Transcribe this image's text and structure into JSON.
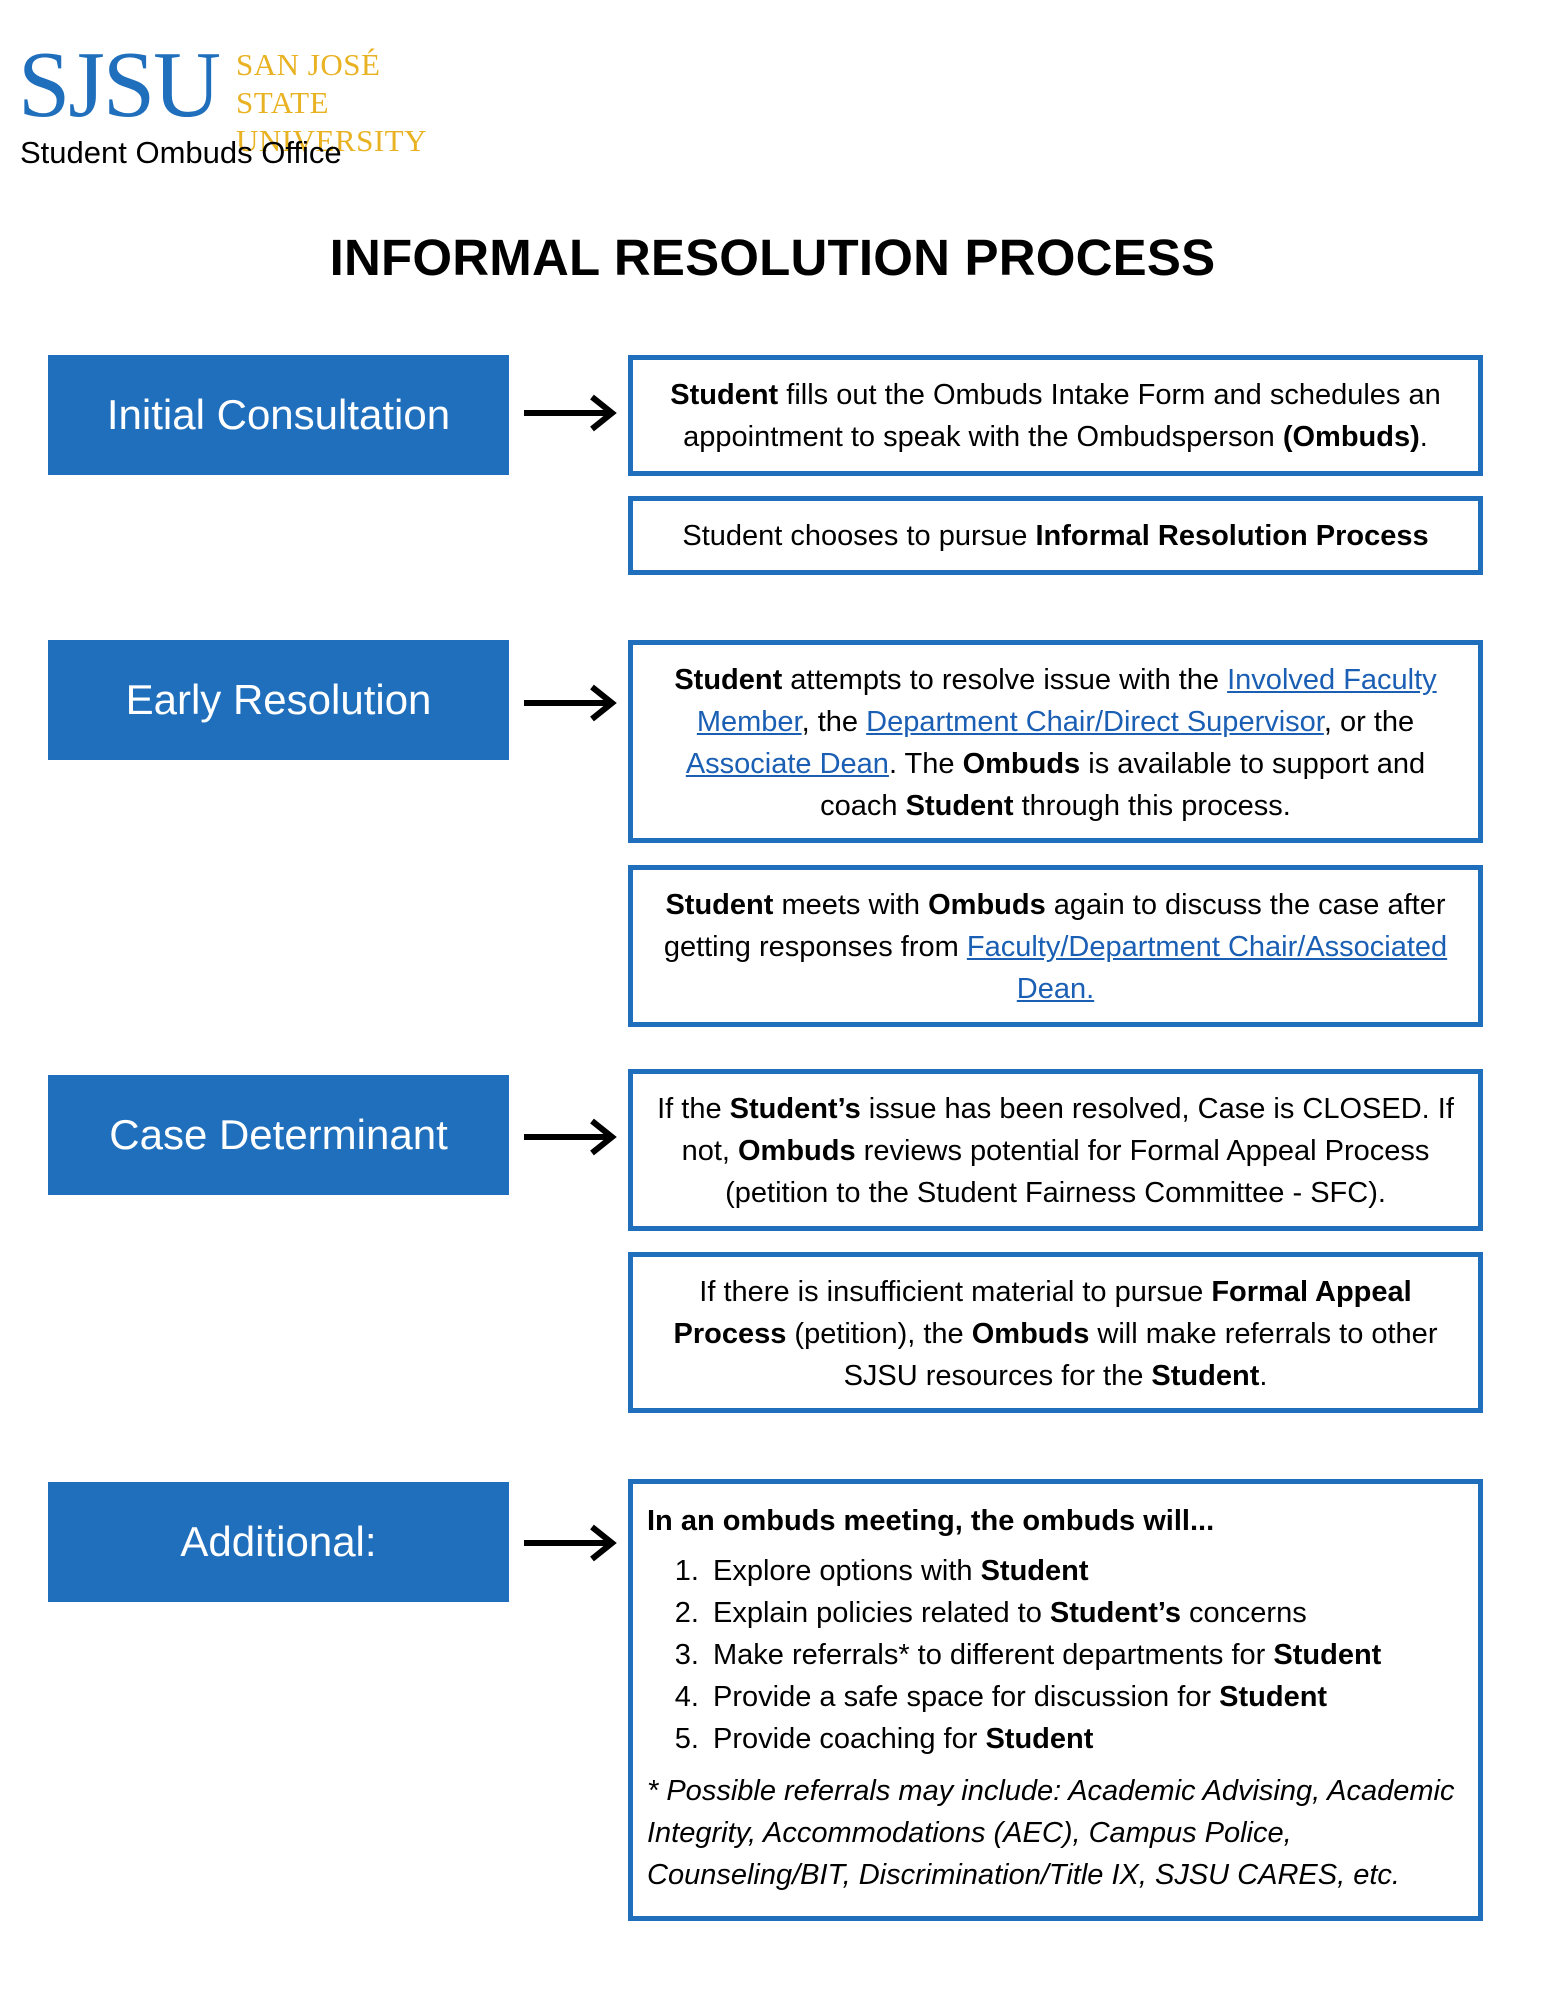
{
  "header": {
    "logo_mark": "SJSU",
    "logo_line1": "SAN JOSÉ STATE",
    "logo_line2": "UNIVERSITY",
    "office": "Student Ombuds Office",
    "title": "INFORMAL RESOLUTION PROCESS"
  },
  "colors": {
    "accent": "#1f6fbd",
    "logo_gold": "#e9b222",
    "link": "#1a5fb4"
  },
  "stages": {
    "initial": "Initial Consultation",
    "early": "Early Resolution",
    "case": "Case Determinant",
    "additional": "Additional:"
  },
  "box1": {
    "b1": "Student",
    "t1": " fills out the Ombuds Intake Form and schedules an appointment to speak with the Ombudsperson ",
    "b2": "(Ombuds)",
    "t2": "."
  },
  "box2": {
    "t1": "Student chooses to pursue ",
    "b1": "Informal Resolution Process"
  },
  "box3": {
    "b1": "Student",
    "t1": " attempts to resolve issue with the ",
    "l1": "Involved Faculty Member",
    "t2": ", the ",
    "l2": "Department Chair/Direct Supervisor",
    "t3": ", or the ",
    "l3": "Associate Dean",
    "t4": ". The ",
    "b2": "Ombuds",
    "t5": " is available to support and coach ",
    "b3": "Student",
    "t6": " through this process."
  },
  "box4": {
    "b1": "Student",
    "t1": " meets with ",
    "b2": "Ombuds",
    "t2": " again to discuss the case after getting responses from ",
    "l1": "Faculty/Department Chair/Associated Dean."
  },
  "box5": {
    "t1": "If the ",
    "b1": "Student’s",
    "t2": " issue has been resolved, Case is CLOSED. If not, ",
    "b2": "Ombuds",
    "t3": " reviews potential for Formal Appeal Process (petition to the Student Fairness Committee - SFC)."
  },
  "box6": {
    "t1": "If there is insufficient material to pursue ",
    "b1": "Formal Appeal Process",
    "t2": " (petition), the ",
    "b2": "Ombuds",
    "t3": " will make referrals to other SJSU resources for the ",
    "b3": "Student",
    "t4": "."
  },
  "box7": {
    "heading": "In an ombuds meeting, the ombuds will...",
    "items": [
      {
        "text": "Explore options with ",
        "bold": "Student",
        "after": ""
      },
      {
        "text": "Explain policies related to ",
        "bold": "Student’s",
        "after": " concerns"
      },
      {
        "text": "Make referrals* to different departments for ",
        "bold": "Student",
        "after": ""
      },
      {
        "text": "Provide a safe space for discussion for ",
        "bold": "Student",
        "after": ""
      },
      {
        "text": "Provide coaching for ",
        "bold": "Student",
        "after": ""
      }
    ],
    "note": "* Possible referrals may include: Academic Advising, Academic Integrity, Accommodations (AEC), Campus Police, Counseling/BIT, Discrimination/Title IX, SJSU CARES, etc."
  }
}
